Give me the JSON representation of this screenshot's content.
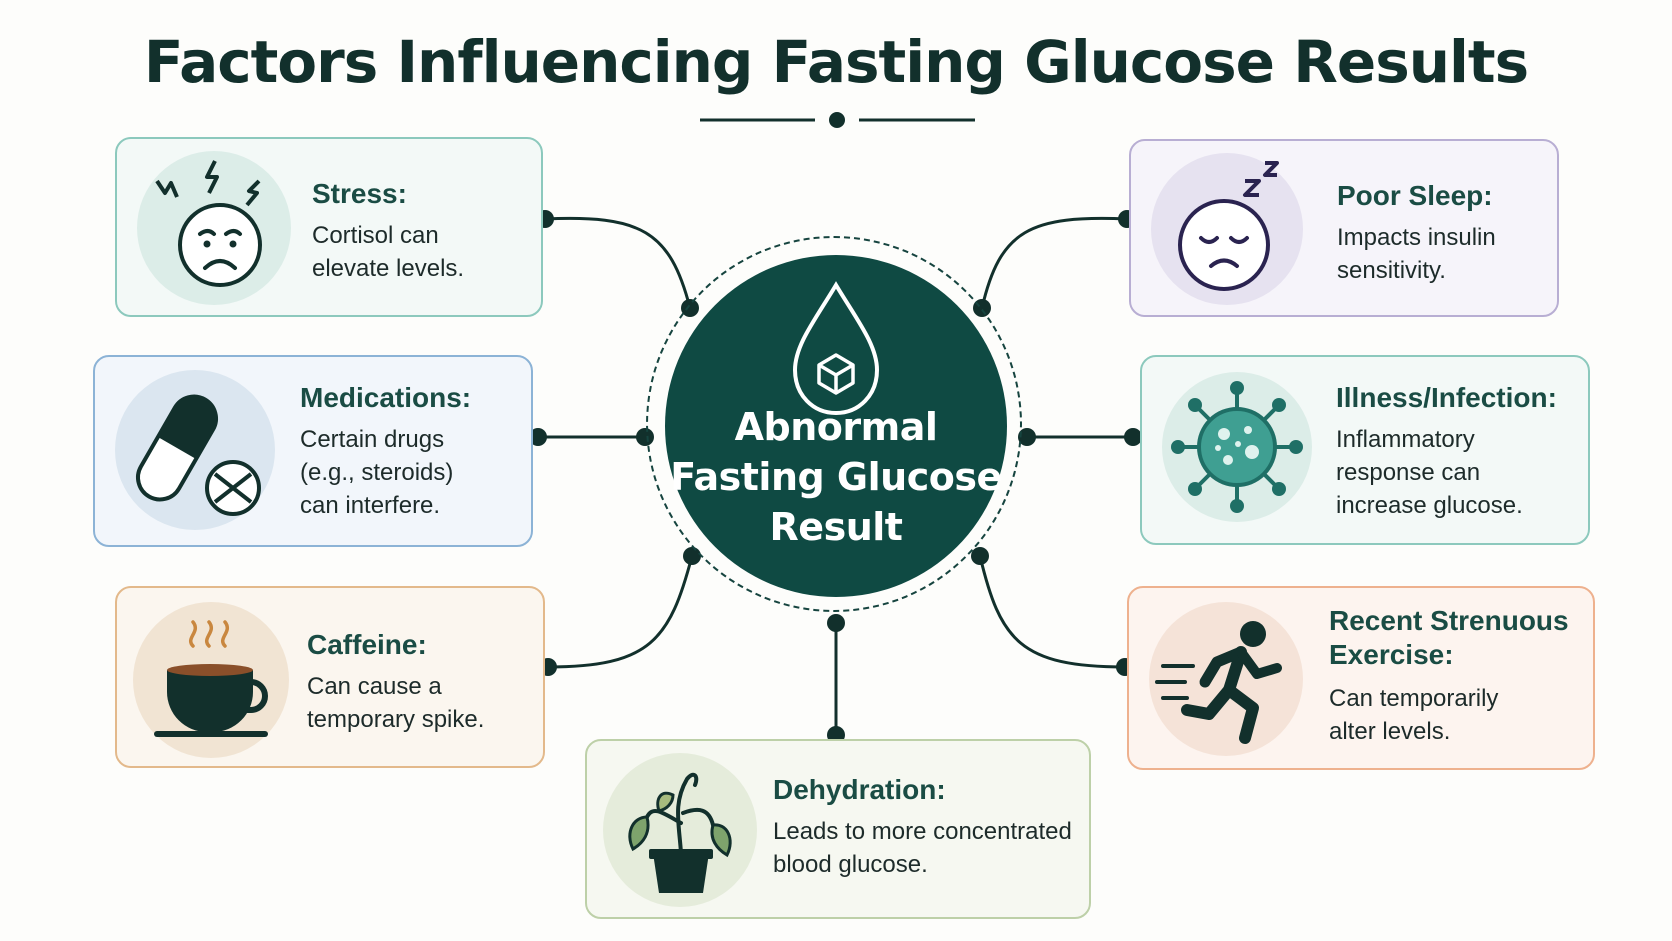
{
  "title": "Factors Influencing Fasting Glucose Results",
  "center": {
    "line1": "Abnormal",
    "line2": "Fasting Glucose",
    "line3": "Result",
    "icon": "blood-drop-icon"
  },
  "colors": {
    "primary": "#0f4a43",
    "stress_border": "#8cc9bd",
    "sleep_border": "#b8aed3",
    "medications_border": "#8cb3d6",
    "illness_border": "#8cc9bd",
    "caffeine_border": "#e3b98b",
    "exercise_border": "#eeb18e",
    "dehydration_border": "#bdd0a8"
  },
  "factors": {
    "stress": {
      "title": "Stress:",
      "line1": "Cortisol can",
      "line2": "elevate levels.",
      "icon": "stressed-face-icon"
    },
    "sleep": {
      "title": "Poor Sleep:",
      "line1": "Impacts insulin",
      "line2": "sensitivity.",
      "icon": "sleepy-face-icon"
    },
    "medications": {
      "title": "Medications:",
      "line1": "Certain drugs",
      "line2": "(e.g., steroids)",
      "line3": "can interfere.",
      "icon": "pill-capsule-icon"
    },
    "illness": {
      "title": "Illness/Infection:",
      "line1": "Inflammatory",
      "line2": "response can",
      "line3": "increase glucose.",
      "icon": "virus-icon"
    },
    "caffeine": {
      "title": "Caffeine:",
      "line1": "Can cause a",
      "line2": "temporary spike.",
      "icon": "coffee-cup-icon"
    },
    "exercise": {
      "title_line1": "Recent Strenuous",
      "title_line2": "Exercise:",
      "line1": "Can temporarily",
      "line2": "alter levels.",
      "icon": "running-person-icon"
    },
    "dehydration": {
      "title": "Dehydration:",
      "line1": "Leads to more concentrated",
      "line2": "blood glucose.",
      "icon": "wilted-plant-icon"
    }
  }
}
